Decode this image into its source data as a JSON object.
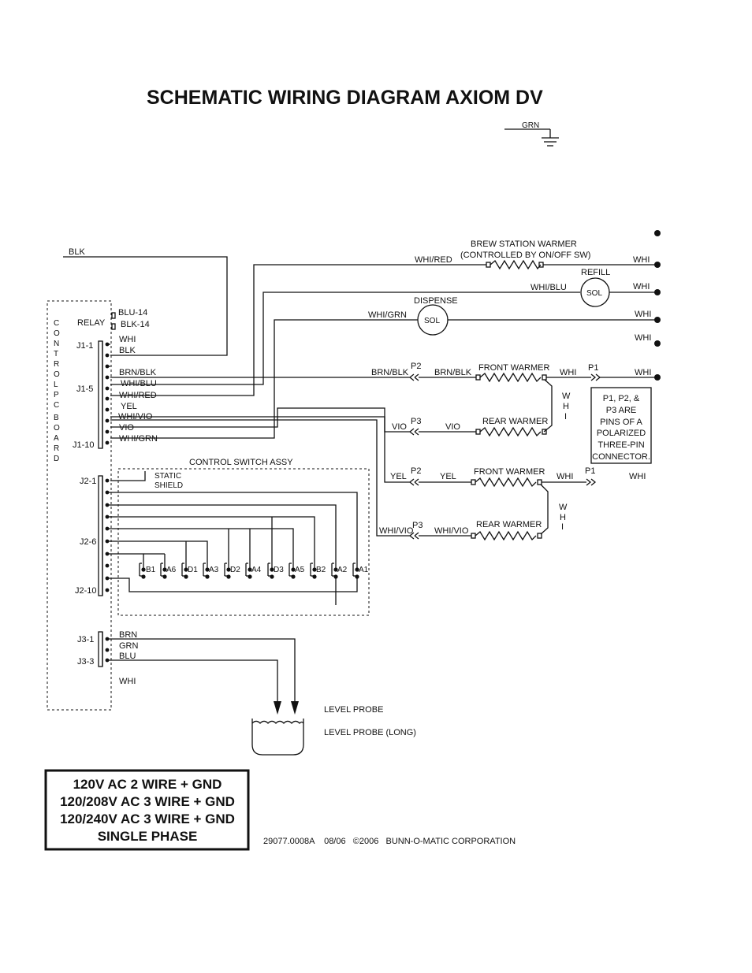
{
  "title": "SCHEMATIC WIRING DIAGRAM AXIOM DV",
  "ground_label": "GRN",
  "wires": {
    "blk": "BLK",
    "whi_red": "WHI/RED",
    "whi_blu": "WHI/BLU",
    "whi_grn": "WHI/GRN",
    "brn_blk": "BRN/BLK",
    "vio": "VIO",
    "yel": "YEL",
    "whi_vio": "WHI/VIO",
    "whi": "WHI",
    "whi_letters": [
      "W",
      "H",
      "I"
    ]
  },
  "components": {
    "brew_warmer": "BREW STATION WARMER",
    "brew_warmer_note": "(CONTROLLED BY ON/OFF SW)",
    "refill": "REFILL",
    "dispense": "DISPENSE",
    "sol": "SOL",
    "front_warmer": "FRONT WARMER",
    "rear_warmer": "REAR WARMER",
    "p1": "P1",
    "p2": "P2",
    "p3": "P3",
    "connector_note": [
      "P1, P2, &",
      "P3 ARE",
      "PINS OF A",
      "POLARIZED",
      "THREE-PIN",
      "CONNECTOR."
    ]
  },
  "board": {
    "letters": [
      "C",
      "O",
      "N",
      "T",
      "R",
      "O",
      "L",
      "P",
      "C",
      "B",
      "O",
      "A",
      "R",
      "D"
    ],
    "relay": "RELAY",
    "blu14": "BLU-14",
    "blk14": "BLK-14",
    "j1_1": "J1-1",
    "j1_5": "J1-5",
    "j1_10": "J1-10",
    "j1_wires": [
      "WHI",
      "BLK",
      "BRN/BLK",
      "WHI/BLU",
      "WHI/RED",
      "YEL",
      "WHI/VIO",
      "VIO",
      "WHI/GRN"
    ],
    "j2_1": "J2-1",
    "j2_6": "J2-6",
    "j2_10": "J2-10",
    "j3_1": "J3-1",
    "j3_3": "J3-3",
    "j3_wires": [
      "BRN",
      "GRN",
      "BLU"
    ],
    "j3_whi": "WHI"
  },
  "switch_assy": {
    "title": "CONTROL SWITCH ASSY",
    "static_shield": [
      "STATIC",
      "SHIELD"
    ],
    "switches": [
      "B1",
      "A6",
      "D1",
      "A3",
      "D2",
      "A4",
      "D3",
      "A5",
      "B2",
      "A2",
      "A1"
    ]
  },
  "probes": {
    "level_probe": "LEVEL PROBE",
    "level_probe_long": "LEVEL PROBE (LONG)"
  },
  "voltage_box": [
    "120V AC 2 WIRE + GND",
    "120/208V AC 3 WIRE + GND",
    "120/240V AC 3 WIRE + GND",
    "SINGLE PHASE"
  ],
  "footer": "29077.0008A    08/06   ©2006   BUNN-O-MATIC CORPORATION"
}
